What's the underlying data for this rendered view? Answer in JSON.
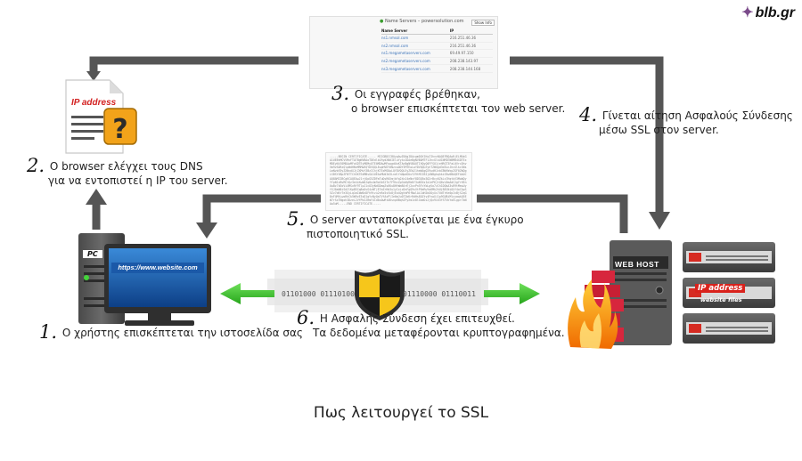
{
  "logo": {
    "text": "blb.gr"
  },
  "caption": "Πως λειτουργεί το SSL",
  "steps": [
    {
      "num": "1.",
      "line1": "Ο χρήστης επισκέπτεται την ιστοσελίδα σας",
      "line2": ""
    },
    {
      "num": "2.",
      "line1": "Ο browser ελέγχει τους DNS",
      "line2": "για να εντοπιστεί η IP του server."
    },
    {
      "num": "3.",
      "line1": "Οι εγγραφές βρέθηκαν,",
      "line2": "ο browser επισκέπτεται τον web server."
    },
    {
      "num": "4.",
      "line1": "Γίνεται αίτηση Ασφαλούς Σύνδεσης",
      "line2": "μέσω SSL στον server."
    },
    {
      "num": "5.",
      "line1": "Ο server ανταποκρίνεται με ένα έγκυρο",
      "line2": "πιστοποιητικό SSL."
    },
    {
      "num": "6.",
      "line1": "Η Ασφαλής Σύνδεση έχει επιτευχθεί.",
      "line2": "Τα δεδομένα μεταφέρονται κρυπτογραφημένα."
    }
  ],
  "pc": {
    "tag": "PC",
    "url": "https://www.website.com"
  },
  "document": {
    "label": "IP address"
  },
  "web_host": {
    "tag": "WEB HOST"
  },
  "server": {
    "ip_label": "IP address",
    "files_label": "website files"
  },
  "binary": {
    "left": "01101000 01110100",
    "right": "01110000 01110011"
  },
  "name_servers": {
    "title": "Name Servers – powersolution.com",
    "button": "Show Info",
    "col_ns": "Name Server",
    "col_ip": "IP",
    "rows": [
      {
        "ns": "ns1.nmsol.com",
        "ip": "216.251.46.36"
      },
      {
        "ns": "ns2.nmsol.com",
        "ip": "216.251.46.36"
      },
      {
        "ns": "ns1.megametaservers.com",
        "ip": "69.49.97.150"
      },
      {
        "ns": "ns2.megametaservers.com",
        "ip": "208.238.143.97"
      },
      {
        "ns": "ns3.megametaservers.com",
        "ip": "208.238.144.168"
      }
    ]
  },
  "certificate": {
    "text": "-----BEGIN CERTIFICATE----- MIIGBDCCBOygAwIBAgIDAcgmDQYJKoZIhvcNAQEFBQAwRjELMAkGA1UEBhMCVVMxFTATBgNVBAoTDEdlb1RydXN0IEluYy4xIDAeBgNVBAMTF1JhcGlkU1NMIENBMB4XDTExMDEyNjE0MDAwMFoXDTEyMDMyOTE0MDAwMFowgdUxKTAnBgNVBAUTIHQyQ0FFSU1jeHRGT3FaL0VrcDhvVm9vSmRzQlpWdHNnMRMwEQYDVQQLEwpHVDY0NzcwODY3MTEwLwYDVQQLEyhTZWUgd3d3LnJhcGlkc3NsLmNvbS9yZXNvdXJjZXMvY3BzIChjKTExMS8wLQYDVQQLEyZEb21haW4gQ29udHJvbCBWYWxpZGF0ZWQgLSBSYXBpZFNTTChSKTEdMBsGA1UEAxMUd3d3LndlYnNpdGUuY29tMIIBIjANBgkqhkiG9w0BAQEFAAOCAQ8AMIIBCgKCAQEAwJ1rjOpG5ZDFmTuDsR6XmjbYq2XnJ4eNvf8D3Q5o3Q2rBcy0ZkLs7HqtkV3MwWQyYfpN1xBvMCtQz3e4LKwbDJq8u4m9oXkS2Tn7F9hcZpGvWyRbKf3uN5XsIa1eP6jtQ0vL8mAdC2gYrH5nUwBz7kEoVi4MSxRf9TlpJ1cO3yNdG0aqZs6Ku8HtWmB4rEj2xvPn5FcYbLgVo7zIh1DQkA3sR9tMewUyfXJ0aN6iSd2lKpB5Cq8oOvG4zWTjE7mZrHb3u1yIxLcDnFgQ9sVtP0eRwYa6Mk2hUjB8lNiOXf4oCApS5Zv7dKrTe3GyLq1mIbW0cDFh9tzu2nRx5sVk8jEo4QgYaP6fNwlAi1bHZm3OyXc7UdTrKe0pIvBjS2qG8nF4MtLwoRhCk5W9zE3sD1gYcNyQa7VfAxPlIe6mJu0T2bKrRdHs8OZtv4FnwXj1p9GUBiMlcyaqkQ5EW7rSxTNgoh3DzeL2VfPbIJHmY4Cd0uOwRtAKsnp6BqhZFyXm1v8lGaeDi2jQx9cU3fSTVkYoELgpr7bNAw5uM-----END CERTIFICATE-----"
  }
}
